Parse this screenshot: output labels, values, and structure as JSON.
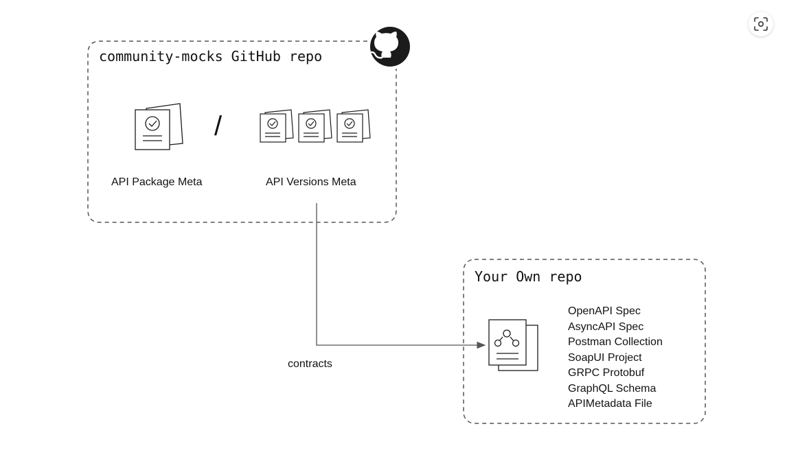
{
  "community_box": {
    "title": "community-mocks GitHub repo",
    "package_label": "API Package Meta",
    "separator": "/",
    "versions_label": "API Versions Meta"
  },
  "own_box": {
    "title": "Your Own repo",
    "contract_types": [
      "OpenAPI Spec",
      "AsyncAPI Spec",
      "Postman Collection",
      "SoapUI Project",
      "GRPC Protobuf",
      "GraphQL Schema",
      "APIMetadata File"
    ]
  },
  "connector": {
    "label": "contracts"
  },
  "icons": {
    "github": "github-logo-icon",
    "package_doc": "document-check-icon",
    "versions_docs": "document-check-icon",
    "contract_doc": "document-graph-icon",
    "scan_button": "visual-search-icon"
  }
}
